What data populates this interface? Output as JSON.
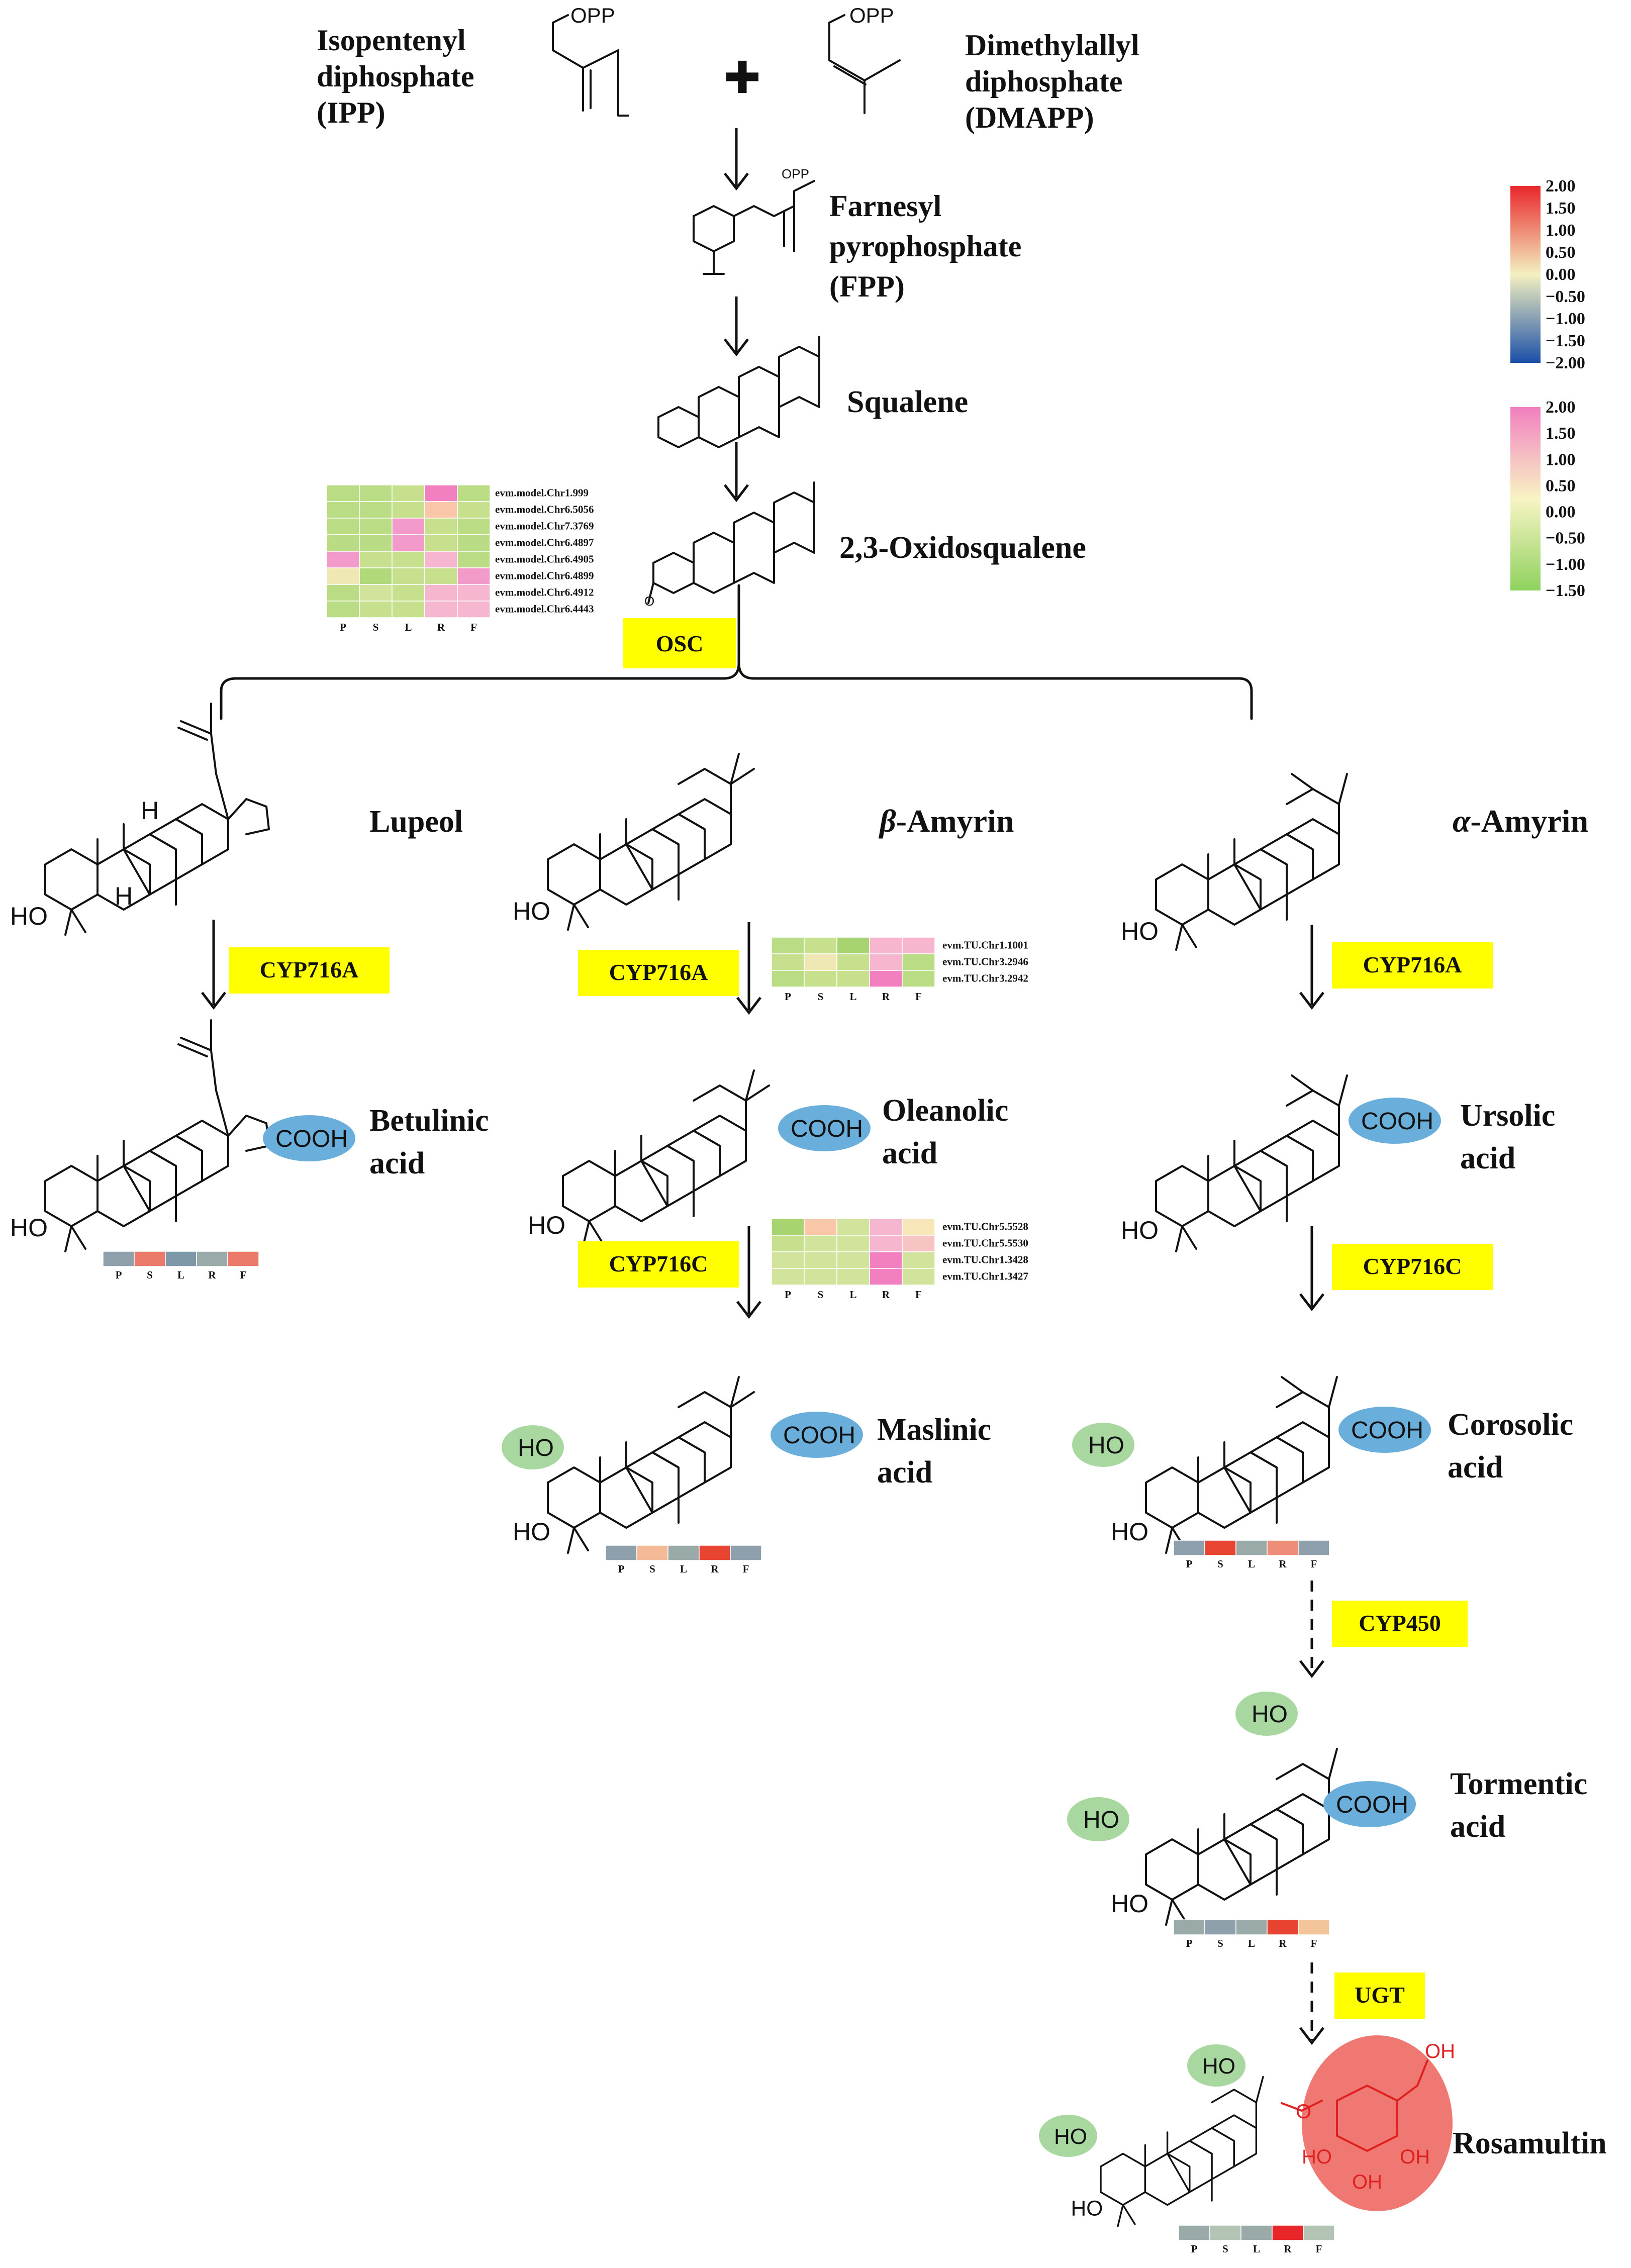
{
  "precursors": {
    "ipp": {
      "line1": "Isopentenyl",
      "line2": "diphosphate",
      "line3": "(IPP)",
      "group": "OPP"
    },
    "plus": "✚",
    "dmapp": {
      "line1": "Dimethylallyl",
      "line2": "diphosphate",
      "line3": "(DMAPP)",
      "group": "OPP"
    }
  },
  "intermediates": {
    "fpp": {
      "line1": "Farnesyl",
      "line2": "pyrophosphate",
      "line3": "(FPP)",
      "group": "OPP"
    },
    "squalene": "Squalene",
    "oxidosqualene": "2,3-Oxidosqualene",
    "epoxide_o": "O"
  },
  "products": {
    "lupeol": "Lupeol",
    "beta_amyrin": {
      "prefix": "β",
      "suffix": "-Amyrin"
    },
    "alpha_amyrin": {
      "prefix": "α",
      "suffix": "-Amyrin"
    },
    "betulinic": {
      "line1": "Betulinic",
      "line2": "acid"
    },
    "oleanolic": {
      "line1": "Oleanolic",
      "line2": "acid"
    },
    "ursolic": {
      "line1": "Ursolic",
      "line2": "acid"
    },
    "maslinic": {
      "line1": "Maslinic",
      "line2": "acid"
    },
    "corosolic": {
      "line1": "Corosolic",
      "line2": "acid"
    },
    "tormentic": {
      "line1": "Tormentic",
      "line2": "acid"
    },
    "rosamultin": "Rosamultin"
  },
  "chem_labels": {
    "ho": "HO",
    "h": "H",
    "cooh": "COOH",
    "oh": "OH",
    "o": "O"
  },
  "enzymes": {
    "osc": "OSC",
    "cyp716a": "CYP716A",
    "cyp716c": "CYP716C",
    "cyp450": "CYP450",
    "ugt": "UGT"
  },
  "tissues": [
    "P",
    "S",
    "L",
    "R",
    "F"
  ],
  "colorbars": {
    "diverging": {
      "ticks": [
        "2.00",
        "1.50",
        "1.00",
        "0.50",
        "0.00",
        "−0.50",
        "−1.00",
        "−1.50",
        "−2.00"
      ],
      "colors": [
        "#e8262a",
        "#f4f0c0",
        "#1a4fa8"
      ]
    },
    "pinkgreen": {
      "ticks": [
        "2.00",
        "1.50",
        "1.00",
        "0.50",
        "0.00",
        "−0.50",
        "−1.00",
        "−1.50"
      ],
      "colors": [
        "#f27fc0",
        "#f8f4c4",
        "#8fd25e"
      ]
    }
  },
  "heatmaps": {
    "osc": {
      "genes": [
        "evm.model.Chr1.999",
        "evm.model.Chr6.5056",
        "evm.model.Chr7.3769",
        "evm.model.Chr6.4897",
        "evm.model.Chr6.4905",
        "evm.model.Chr6.4899",
        "evm.model.Chr6.4912",
        "evm.model.Chr6.4443"
      ],
      "colors": [
        [
          "#b9dc84",
          "#b9dc84",
          "#c6e08e",
          "#f27fc0",
          "#b9dc84"
        ],
        [
          "#b9dc84",
          "#b9dc84",
          "#c6e08e",
          "#f9c6a8",
          "#c6e08e"
        ],
        [
          "#b9dc84",
          "#b9dc84",
          "#f29ac9",
          "#c6e08e",
          "#b9dc84"
        ],
        [
          "#b9dc84",
          "#b9dc84",
          "#f29ac9",
          "#c6e08e",
          "#b9dc84"
        ],
        [
          "#f29ac9",
          "#c6e08e",
          "#c6e08e",
          "#f7b6cf",
          "#b9dc84"
        ],
        [
          "#efe7b4",
          "#b0d97a",
          "#c6e08e",
          "#c6e08e",
          "#f29ac9"
        ],
        [
          "#b9dc84",
          "#d2e49c",
          "#c6e08e",
          "#f7b6cf",
          "#f7b6cf"
        ],
        [
          "#b9dc84",
          "#c6e08e",
          "#c6e08e",
          "#f7b6cf",
          "#f7b6cf"
        ]
      ]
    },
    "cyp716a": {
      "genes": [
        "evm.TU.Chr1.1001",
        "evm.TU.Chr3.2946",
        "evm.TU.Chr3.2942"
      ],
      "colors": [
        [
          "#b9dc84",
          "#c6e08e",
          "#a7d471",
          "#f7b6cf",
          "#f7b6cf"
        ],
        [
          "#c6e08e",
          "#efe7b4",
          "#c6e08e",
          "#f7b6cf",
          "#b9dc84"
        ],
        [
          "#b9dc84",
          "#c6e08e",
          "#c6e08e",
          "#f27fc0",
          "#b9dc84"
        ]
      ]
    },
    "cyp716c": {
      "genes": [
        "evm.TU.Chr5.5528",
        "evm.TU.Chr5.5530",
        "evm.TU.Chr1.3428",
        "evm.TU.Chr1.3427"
      ],
      "colors": [
        [
          "#a7d471",
          "#f9c6a8",
          "#d2e49c",
          "#f7b6cf",
          "#f9e6b8"
        ],
        [
          "#c6e08e",
          "#d2e49c",
          "#d2e49c",
          "#f7b6cf",
          "#f7c4c4"
        ],
        [
          "#d2e49c",
          "#d2e49c",
          "#d2e49c",
          "#f27fc0",
          "#d2e49c"
        ],
        [
          "#d2e49c",
          "#d2e49c",
          "#d2e49c",
          "#f27fc0",
          "#d2e49c"
        ]
      ]
    }
  },
  "strips": {
    "betulinic": [
      "#8ea0ab",
      "#ec7a6a",
      "#7d97a8",
      "#9aaaa8",
      "#ec7a6a"
    ],
    "maslinic": [
      "#8ea0ab",
      "#f4b996",
      "#9aaaa8",
      "#e84432",
      "#8ea0ab"
    ],
    "corosolic": [
      "#8ea0ab",
      "#e84432",
      "#9aaaa8",
      "#ef8e78",
      "#8ea0ab"
    ],
    "tormentic": [
      "#9aaaa8",
      "#8ea0ab",
      "#9aaaa8",
      "#e84432",
      "#f4c49a"
    ],
    "rosamultin": [
      "#9aaaa8",
      "#b4c4b4",
      "#9aaaa8",
      "#e8262a",
      "#b4c4b4"
    ]
  }
}
